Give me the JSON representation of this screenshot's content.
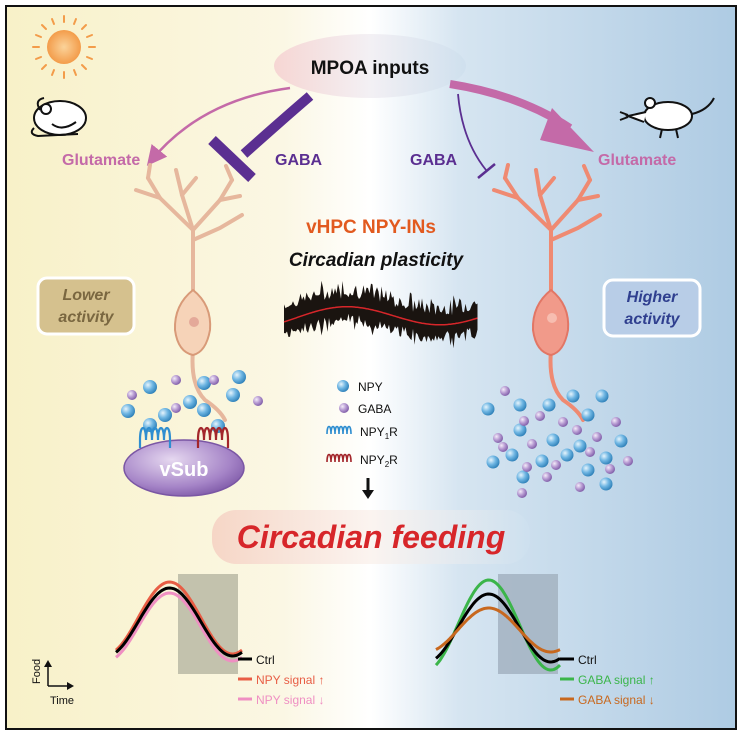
{
  "header": {
    "mpoa_inputs": "MPOA inputs"
  },
  "left": {
    "glutamate": "Glutamate",
    "gaba": "GABA",
    "activity_line1": "Lower",
    "activity_line2": "activity",
    "vsub": "vSub"
  },
  "right": {
    "glutamate": "Glutamate",
    "gaba": "GABA",
    "activity_line1": "Higher",
    "activity_line2": "activity"
  },
  "center": {
    "title": "vHPC NPY-INs",
    "subtitle": "Circadian plasticity"
  },
  "legend": {
    "npy": "NPY",
    "gaba": "GABA",
    "npy1r_main": "NPY",
    "npy1r_sub": "1",
    "npy1r_tail": "R",
    "npy2r_main": "NPY",
    "npy2r_sub": "2",
    "npy2r_tail": "R"
  },
  "feeding": {
    "title": "Circadian feeding"
  },
  "axes": {
    "y": "Food",
    "x": "Time"
  },
  "chart_legend_left": [
    "Ctrl",
    "NPY signal ↑",
    "NPY signal ↓"
  ],
  "chart_legend_right": [
    "Ctrl",
    "GABA signal ↑",
    "GABA signal ↓"
  ],
  "colors": {
    "glutamate": "#c46aa8",
    "gaba": "#5b2f91",
    "title_orange": "#e25a1f",
    "feeding_red": "#d7262a",
    "npy_blue": "#4a9fd6",
    "gaba_purple": "#a98ac6",
    "ctrl": "#000000",
    "npy_up": "#e85d45",
    "npy_down": "#ef8fc2",
    "gaba_up": "#3bb54a",
    "gaba_down": "#c8681e"
  }
}
